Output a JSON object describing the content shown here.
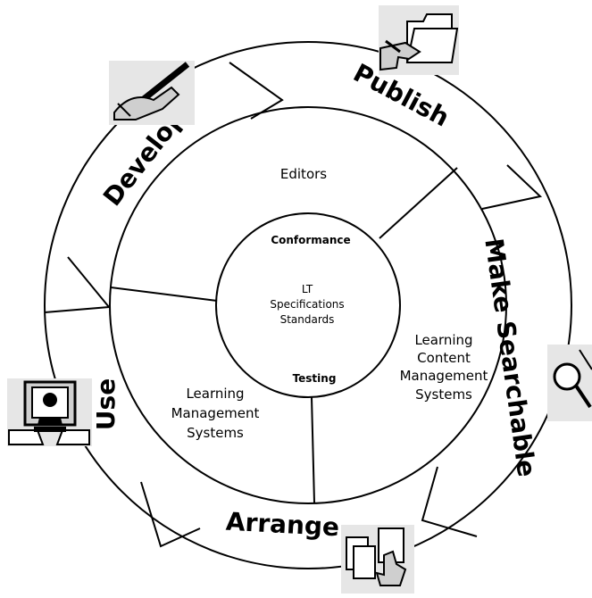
{
  "diagram": {
    "stages": [
      {
        "key": "develop",
        "label": "Develop",
        "icon": "hand-writing-pen-icon"
      },
      {
        "key": "publish",
        "label": "Publish",
        "icon": "hand-with-folder-icon"
      },
      {
        "key": "searchable",
        "label": "Make Searchable",
        "icon": "magnifying-glass-icon"
      },
      {
        "key": "arrange",
        "label": "Arrange",
        "icon": "hand-arranging-documents-icon"
      },
      {
        "key": "use",
        "label": "Use",
        "icon": "person-at-computer-icon"
      }
    ],
    "segments": {
      "editors": "Editors",
      "lcms": [
        "Learning",
        "Content",
        "Management",
        "Systems"
      ],
      "lms": [
        "Learning",
        "Management",
        "Systems"
      ]
    },
    "hub": {
      "top_label": "Conformance",
      "bottom_label": "Testing",
      "center": [
        "LT",
        "Specifications",
        "Standards"
      ]
    },
    "colors": {
      "ink": "#000000",
      "background": "#ffffff",
      "icon_fill": "#cfcfcf",
      "icon_bg": "#e6e6e6"
    }
  }
}
